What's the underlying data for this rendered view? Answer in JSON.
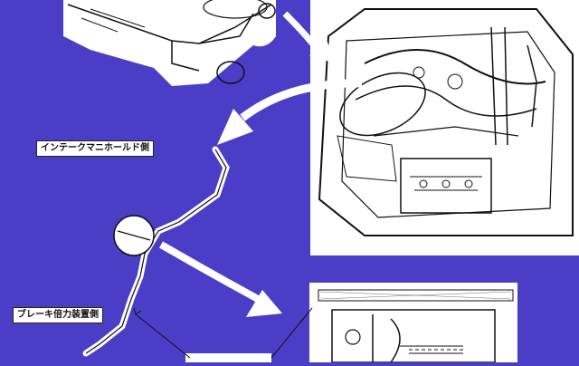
{
  "labels": {
    "intake_side": "インテークマニホールド側",
    "brake_side": "ブレーキ倍力装置側"
  },
  "colors": {
    "background": "#4b3ec6",
    "panel": "#ffffff",
    "line_art": "#111111"
  },
  "icons": [
    "car-front-sketch",
    "engine-bay-drawing",
    "vacuum-hose-sketch",
    "check-valve-detail"
  ]
}
